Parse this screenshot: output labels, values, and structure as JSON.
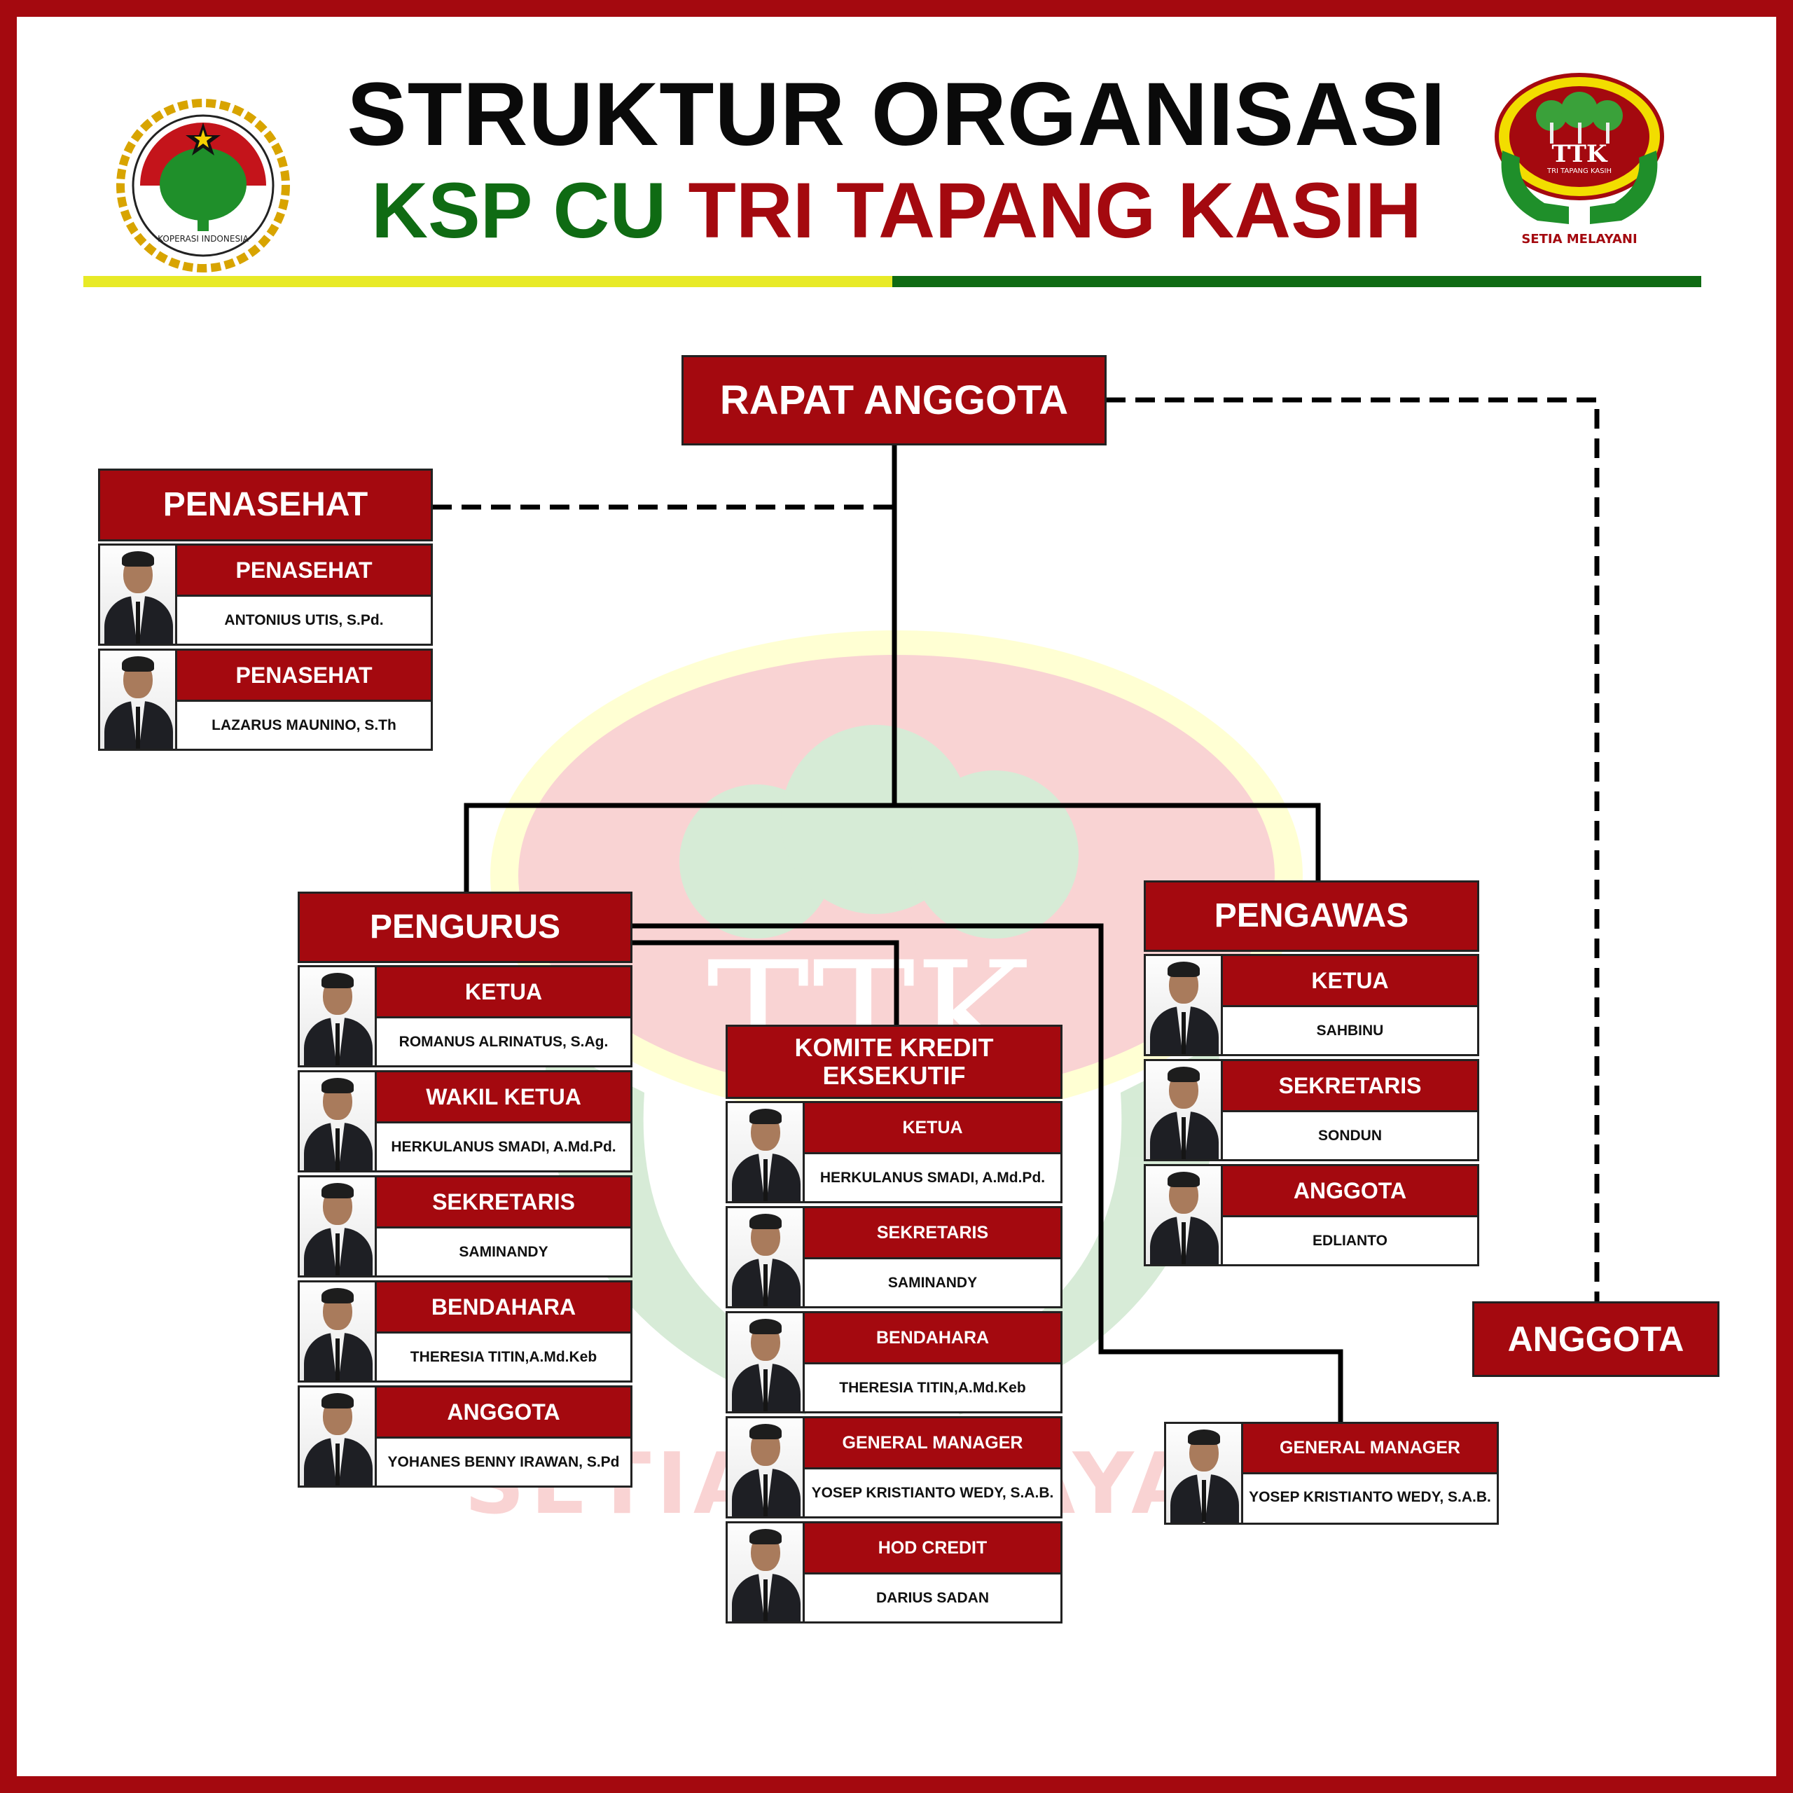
{
  "header": {
    "title": "STRUKTUR ORGANISASI",
    "subtitle_part1": "KSP CU",
    "subtitle_part2": "TRI TAPANG KASIH"
  },
  "logos": {
    "left": {
      "icon": "koperasi-indonesia-emblem",
      "text": "KOPERASI INDONESIA"
    },
    "right": {
      "icon": "ttk-hands-trees-logo",
      "monogram": "TTK",
      "ring_text": "TRI TAPANG KASIH",
      "motto": "SETIA MELAYANI"
    }
  },
  "watermark": {
    "monogram": "TTK",
    "motto": "SETIA MELAYANI"
  },
  "colors": {
    "brand_red": "#a4090f",
    "brand_green": "#0f6b13",
    "accent_yellow": "#e8ea27"
  },
  "rapat_anggota": "RAPAT ANGGOTA",
  "anggota": "ANGGOTA",
  "penasehat": {
    "title": "PENASEHAT",
    "members": [
      {
        "role": "PENASEHAT",
        "name": "ANTONIUS UTIS, S.Pd."
      },
      {
        "role": "PENASEHAT",
        "name": "LAZARUS MAUNINO, S.Th"
      }
    ]
  },
  "pengurus": {
    "title": "PENGURUS",
    "members": [
      {
        "role": "KETUA",
        "name": "ROMANUS ALRINATUS, S.Ag."
      },
      {
        "role": "WAKIL KETUA",
        "name": "HERKULANUS SMADI, A.Md.Pd."
      },
      {
        "role": "SEKRETARIS",
        "name": "SAMINANDY"
      },
      {
        "role": "BENDAHARA",
        "name": "THERESIA TITIN,A.Md.Keb"
      },
      {
        "role": "ANGGOTA",
        "name": "YOHANES BENNY IRAWAN, S.Pd"
      }
    ]
  },
  "komite": {
    "title_line1": "KOMITE KREDIT",
    "title_line2": "EKSEKUTIF",
    "members": [
      {
        "role": "KETUA",
        "name": "HERKULANUS SMADI, A.Md.Pd."
      },
      {
        "role": "SEKRETARIS",
        "name": "SAMINANDY"
      },
      {
        "role": "BENDAHARA",
        "name": "THERESIA TITIN,A.Md.Keb"
      },
      {
        "role": "GENERAL MANAGER",
        "name": "YOSEP KRISTIANTO WEDY, S.A.B."
      },
      {
        "role": "HOD CREDIT",
        "name": "DARIUS SADAN"
      }
    ]
  },
  "pengawas": {
    "title": "PENGAWAS",
    "members": [
      {
        "role": "KETUA",
        "name": "SAHBINU"
      },
      {
        "role": "SEKRETARIS",
        "name": "SONDUN"
      },
      {
        "role": "ANGGOTA",
        "name": "EDLIANTO"
      }
    ]
  },
  "general_manager": {
    "role": "GENERAL MANAGER",
    "name": "YOSEP KRISTIANTO WEDY, S.A.B."
  }
}
